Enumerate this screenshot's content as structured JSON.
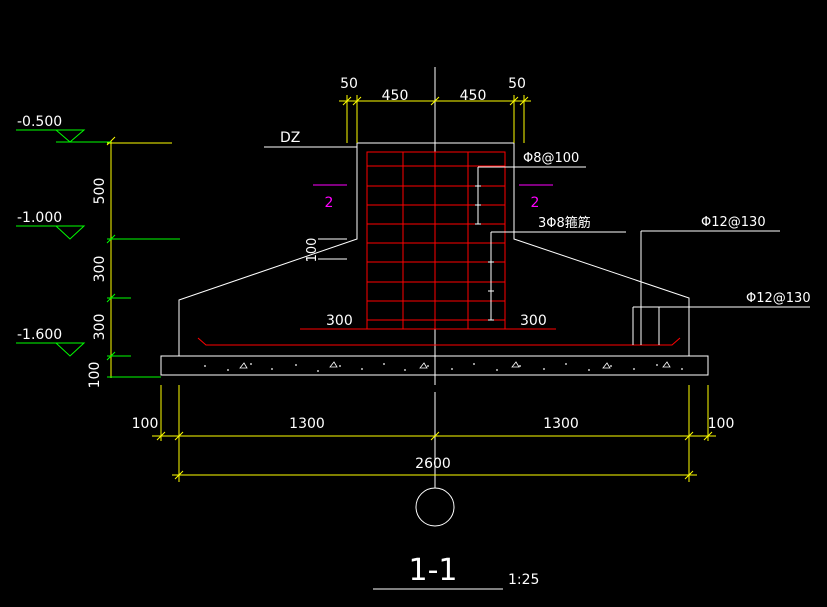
{
  "colors": {
    "background": "#000000",
    "outline": "#ffffff",
    "dimension": "#ffff00",
    "level": "#00ff00",
    "rebar": "#ff0000",
    "section_mark": "#ff00ff"
  },
  "top_dims": {
    "d1": "50",
    "d2": "450",
    "d3": "450",
    "d4": "50"
  },
  "labels": {
    "column": "DZ",
    "stirrup": "Φ8@100",
    "tie_bars": "3Φ8箍筋",
    "mesh_y": "Φ12@130",
    "mesh_x": "Φ12@130",
    "haunch_left": "300",
    "haunch_right": "300",
    "cover_100": "100",
    "section_left": "2",
    "section_right": "2"
  },
  "levels": {
    "l1": "-0.500",
    "l2": "-1.000",
    "l3": "-1.600"
  },
  "left_dims": {
    "v1": "500",
    "v2": "300",
    "v3": "300",
    "v4": "100"
  },
  "bottom_dims": {
    "b1": "100",
    "b2": "1300",
    "b3": "1300",
    "b4": "100",
    "total": "2600"
  },
  "title": {
    "name": "1-1",
    "scale": "1:25"
  }
}
